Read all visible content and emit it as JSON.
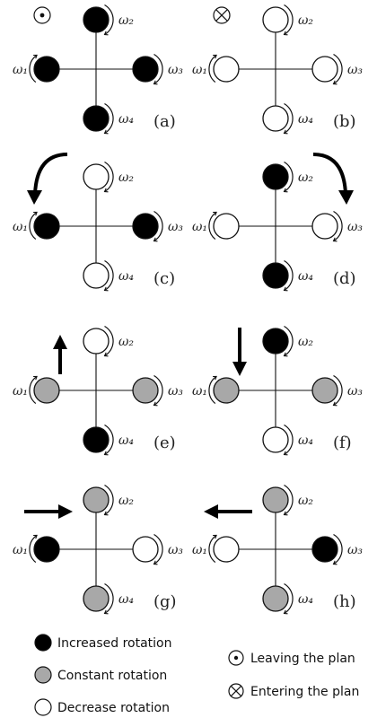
{
  "colors": {
    "increased": "#000000",
    "constant": "#a8a8a8",
    "decreased": "#ffffff",
    "stroke": "#111111"
  },
  "panels": [
    {
      "label": "(a)",
      "symbol": "leaving",
      "arrow": "none",
      "rotors": {
        "w1": "increased",
        "w2": "increased",
        "w3": "increased",
        "w4": "increased"
      }
    },
    {
      "label": "(b)",
      "symbol": "entering",
      "arrow": "none",
      "rotors": {
        "w1": "decreased",
        "w2": "decreased",
        "w3": "decreased",
        "w4": "decreased"
      }
    },
    {
      "label": "(c)",
      "symbol": "none",
      "arrow": "rotate-left",
      "rotors": {
        "w1": "increased",
        "w2": "decreased",
        "w3": "increased",
        "w4": "decreased"
      }
    },
    {
      "label": "(d)",
      "symbol": "none",
      "arrow": "rotate-right",
      "rotors": {
        "w1": "decreased",
        "w2": "increased",
        "w3": "decreased",
        "w4": "increased"
      }
    },
    {
      "label": "(e)",
      "symbol": "none",
      "arrow": "up",
      "rotors": {
        "w1": "constant",
        "w2": "decreased",
        "w3": "constant",
        "w4": "increased"
      }
    },
    {
      "label": "(f)",
      "symbol": "none",
      "arrow": "down",
      "rotors": {
        "w1": "constant",
        "w2": "increased",
        "w3": "constant",
        "w4": "decreased"
      }
    },
    {
      "label": "(g)",
      "symbol": "none",
      "arrow": "right",
      "rotors": {
        "w1": "increased",
        "w2": "constant",
        "w3": "decreased",
        "w4": "constant"
      }
    },
    {
      "label": "(h)",
      "symbol": "none",
      "arrow": "left",
      "rotors": {
        "w1": "decreased",
        "w2": "constant",
        "w3": "increased",
        "w4": "constant"
      }
    }
  ],
  "rotor_labels": {
    "w1": "ω₁",
    "w2": "ω₂",
    "w3": "ω₃",
    "w4": "ω₄"
  },
  "legend": {
    "increased": "Increased rotation",
    "constant": "Constant rotation",
    "decreased": "Decrease rotation",
    "leaving": "Leaving the plan",
    "entering": "Entering the plan"
  }
}
